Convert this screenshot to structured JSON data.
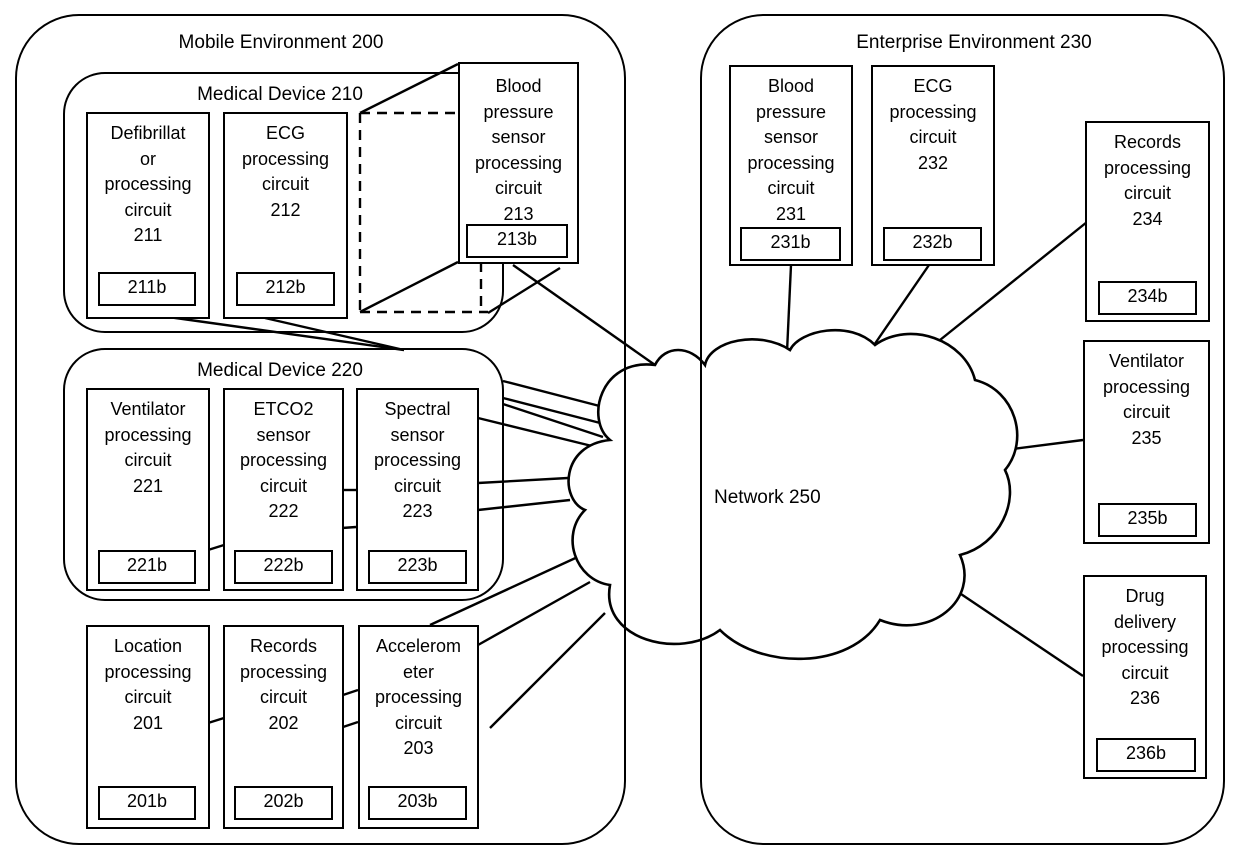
{
  "mobile_environment": {
    "label": "Mobile Environment 200",
    "medical_device_210": {
      "label": "Medical Device 210",
      "circuits": [
        {
          "name": "Defibrillat\nor\nprocessing\ncircuit\n211",
          "sub": "211b"
        },
        {
          "name": "ECG\nprocessing\ncircuit\n212",
          "sub": "212b"
        },
        {
          "name": "Blood\npressure\nsensor\nprocessing\ncircuit\n213",
          "sub": "213b"
        }
      ]
    },
    "medical_device_220": {
      "label": "Medical Device 220",
      "circuits": [
        {
          "name": "Ventilator\nprocessing\ncircuit\n221",
          "sub": "221b"
        },
        {
          "name": "ETCO2\nsensor\nprocessing\ncircuit\n222",
          "sub": "222b"
        },
        {
          "name": "Spectral\nsensor\nprocessing\ncircuit\n223",
          "sub": "223b"
        }
      ]
    },
    "circuits": [
      {
        "name": "Location\nprocessing\ncircuit\n201",
        "sub": "201b"
      },
      {
        "name": "Records\nprocessing\ncircuit\n202",
        "sub": "202b"
      },
      {
        "name": "Accelerom\neter\nprocessing\ncircuit\n203",
        "sub": "203b"
      }
    ]
  },
  "enterprise_environment": {
    "label": "Enterprise Environment 230",
    "circuits": [
      {
        "name": "Blood\npressure\nsensor\nprocessing\ncircuit\n231",
        "sub": "231b"
      },
      {
        "name": "ECG\nprocessing\ncircuit\n232",
        "sub": "232b"
      },
      {
        "name": "Records\nprocessing\ncircuit\n234",
        "sub": "234b"
      },
      {
        "name": "Ventilator\nprocessing\ncircuit\n235",
        "sub": "235b"
      },
      {
        "name": "Drug\ndelivery\nprocessing\ncircuit\n236",
        "sub": "236b"
      }
    ]
  },
  "network": {
    "label": "Network 250"
  }
}
